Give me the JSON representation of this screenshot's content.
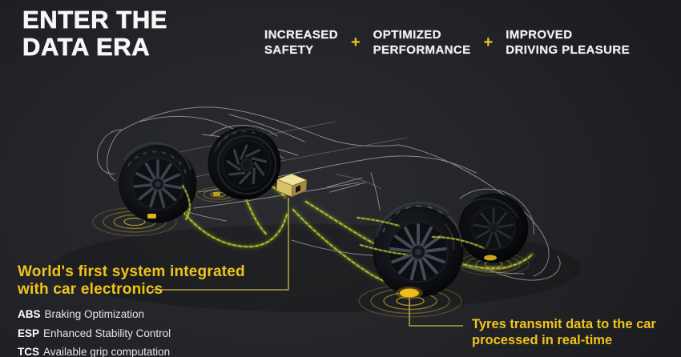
{
  "header": {
    "title_line1": "ENTER THE",
    "title_line2": "DATA ERA",
    "plus": "+",
    "benefits": [
      {
        "line1": "INCREASED",
        "line2": "SAFETY"
      },
      {
        "line1": "OPTIMIZED",
        "line2": "PERFORMANCE"
      },
      {
        "line1": "IMPROVED",
        "line2": "DRIVING PLEASURE"
      }
    ]
  },
  "callout_left": {
    "heading_line1": "World's first system integrated",
    "heading_line2": "with car electronics",
    "features": [
      {
        "abbr": "ABS",
        "text": "Braking Optimization"
      },
      {
        "abbr": "ESP",
        "text": "Enhanced Stability Control"
      },
      {
        "abbr": "TCS",
        "text": "Available grip computation"
      }
    ]
  },
  "callout_right": {
    "line1": "Tyres transmit data to the car",
    "line2": "processed in real-time"
  },
  "colors": {
    "accent_yellow": "#f0c41b",
    "connector_gold": "#b5a040",
    "ripple_gold": "#c4a42e",
    "stream_green": "#a9bd25",
    "sketch_line": "#d4d7db",
    "background_edge": "#161719",
    "background_center": "#2b2c30"
  },
  "icons": {
    "car_wireframe": "sports-car-sketch",
    "tyre_sensor": "gold-sensor-puck",
    "signal_ripples": "concentric-signal-arcs",
    "ecu": "gold-control-unit-box"
  }
}
